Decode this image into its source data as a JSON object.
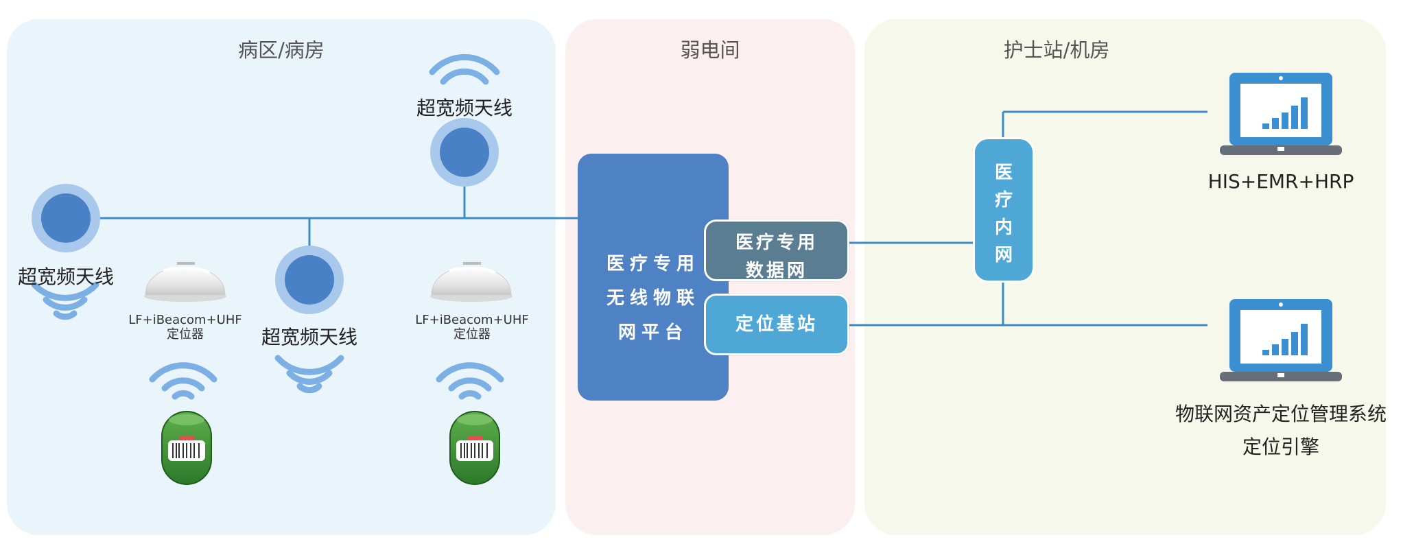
{
  "zones": {
    "ward": {
      "title": "病区/病房",
      "color": "#eaf4fb"
    },
    "electrical": {
      "title": "弱电间",
      "color": "#fbefef"
    },
    "nurse": {
      "title": "护士站/机房",
      "color": "#f5f8ea"
    }
  },
  "antenna_label": "超宽频天线",
  "locator_label": {
    "line1": "LF+iBeacom+UHF",
    "line2": "定位器"
  },
  "platform": {
    "line1": "医疗专用",
    "line2": "无线物联",
    "line3": "网平台"
  },
  "data_network": {
    "line1": "医疗专用",
    "line2": "数据网"
  },
  "base_station": "定位基站",
  "intranet": {
    "chars": [
      "医",
      "疗",
      "内",
      "网"
    ]
  },
  "systems": {
    "his": "HIS+EMR+HRP",
    "iot_line1": "物联网资产定位管理系统",
    "iot_line2": "定位引擎"
  },
  "colors": {
    "line": "#3a8bc6",
    "antenna_outer": "#a9c9ec",
    "antenna_inner": "#4a80c6",
    "platform": "#4f82c4",
    "data_network": "#5b7d92",
    "base_station": "#4fa7d6",
    "intranet": "#4fa7d6",
    "laptop": "#3b8fd0"
  }
}
